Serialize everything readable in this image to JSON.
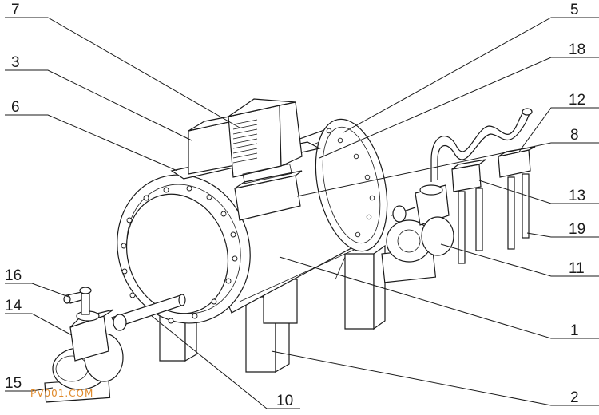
{
  "labels": [
    {
      "id": "7",
      "text": "7"
    },
    {
      "id": "3",
      "text": "3"
    },
    {
      "id": "6",
      "text": "6"
    },
    {
      "id": "16",
      "text": "16"
    },
    {
      "id": "14",
      "text": "14"
    },
    {
      "id": "15",
      "text": "15"
    },
    {
      "id": "10",
      "text": "10"
    },
    {
      "id": "2",
      "text": "2"
    },
    {
      "id": "1",
      "text": "1"
    },
    {
      "id": "11",
      "text": "11"
    },
    {
      "id": "19",
      "text": "19"
    },
    {
      "id": "13",
      "text": "13"
    },
    {
      "id": "8",
      "text": "8"
    },
    {
      "id": "12",
      "text": "12"
    },
    {
      "id": "18",
      "text": "18"
    },
    {
      "id": "5",
      "text": "5"
    }
  ],
  "watermark": "PV001.COM"
}
